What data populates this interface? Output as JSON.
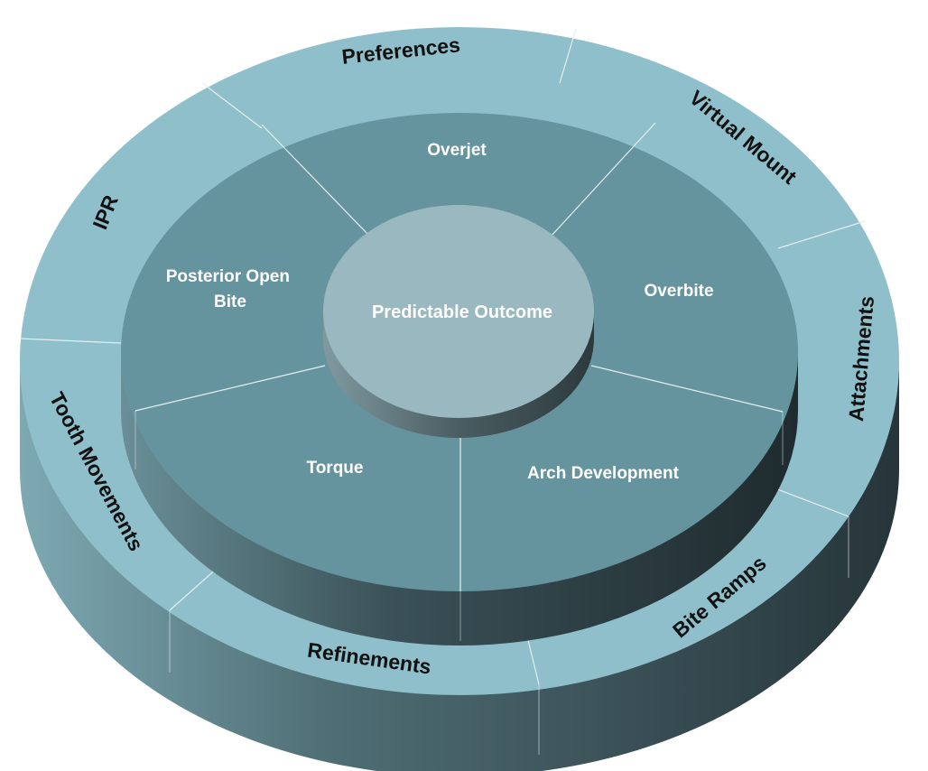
{
  "center": {
    "label": "Predictable Outcome"
  },
  "inner_ring": {
    "items": [
      {
        "id": "overjet",
        "label": "Overjet"
      },
      {
        "id": "overbite",
        "label": "Overbite"
      },
      {
        "id": "arch-development",
        "label": "Arch Development"
      },
      {
        "id": "torque",
        "label": "Torque"
      },
      {
        "id": "posterior-open-bite",
        "line1": "Posterior Open",
        "line2": "Bite"
      }
    ]
  },
  "outer_ring": {
    "items": [
      {
        "id": "preferences",
        "label": "Preferences"
      },
      {
        "id": "virtual-mount",
        "label": "Virtual Mount"
      },
      {
        "id": "attachments",
        "label": "Attachments"
      },
      {
        "id": "bite-ramps",
        "label": "Bite Ramps"
      },
      {
        "id": "refinements",
        "label": "Refinements"
      },
      {
        "id": "tooth-movements",
        "label": "Tooth Movements"
      },
      {
        "id": "ipr",
        "label": "IPR"
      }
    ]
  },
  "colors": {
    "outer_top": "#8ebfcb",
    "outer_side_light": "#7aa3ad",
    "outer_side_dark": "#2e3e42",
    "inner_top": "#65949f",
    "inner_side_dark": "#263438",
    "center_top": "#9ab8bf",
    "center_side": "#4a5d62"
  }
}
